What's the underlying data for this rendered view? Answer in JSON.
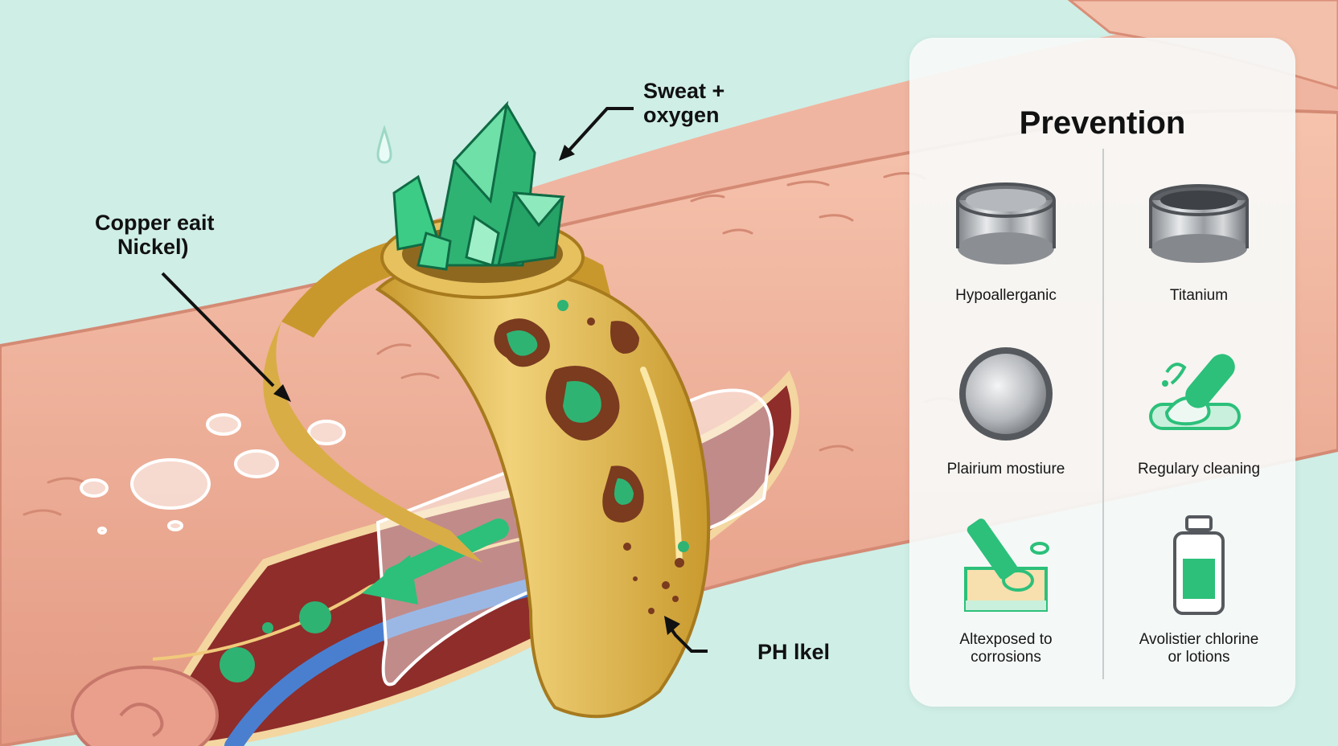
{
  "labels": {
    "copper": [
      "Copper eait",
      "Nickel)"
    ],
    "sweat": [
      "Sweat +",
      "oxygen"
    ],
    "ph": "PH lkel"
  },
  "prevention": {
    "title": "Prevention",
    "items": [
      {
        "lines": [
          "Hypoallerganic"
        ],
        "icon": "steel-band-icon"
      },
      {
        "lines": [
          "Titanium"
        ],
        "icon": "titanium-band-icon"
      },
      {
        "lines": [
          "Plairium mostiure"
        ],
        "icon": "platinum-disc-icon"
      },
      {
        "lines": [
          "Regulary cleaning"
        ],
        "icon": "cleaning-brush-icon"
      },
      {
        "lines": [
          "Altexposed to",
          "corrosions"
        ],
        "icon": "brush-scrub-icon"
      },
      {
        "lines": [
          "Avolistier chlorine",
          "or lotions"
        ],
        "icon": "lotion-bottle-icon"
      }
    ]
  },
  "colors": {
    "background": "#cfeee6",
    "skin": "#eeaa93",
    "gold": "#e3bd55",
    "corrosion_green": "#2fb373",
    "rust": "#7a3b1f",
    "accent_green": "#2cc07a"
  }
}
